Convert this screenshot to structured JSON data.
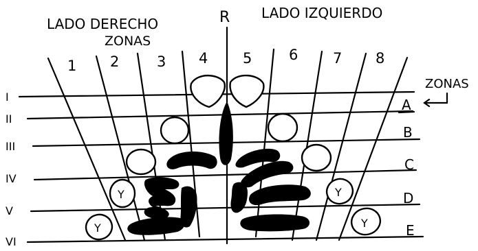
{
  "header": {
    "right_side": "LADO DERECHO",
    "left_side": "LADO IZQUIERDO",
    "center": "R",
    "zones_title": "ZONAS"
  },
  "zones_vertical": [
    "1",
    "2",
    "3",
    "4",
    "5",
    "6",
    "7",
    "8"
  ],
  "zones_horizontal_label": "ZONAS",
  "row_roman": [
    "I",
    "II",
    "III",
    "IV",
    "V",
    "VI"
  ],
  "row_letters": [
    "A",
    "B",
    "C",
    "D",
    "E"
  ],
  "tooth_mark": "Y"
}
